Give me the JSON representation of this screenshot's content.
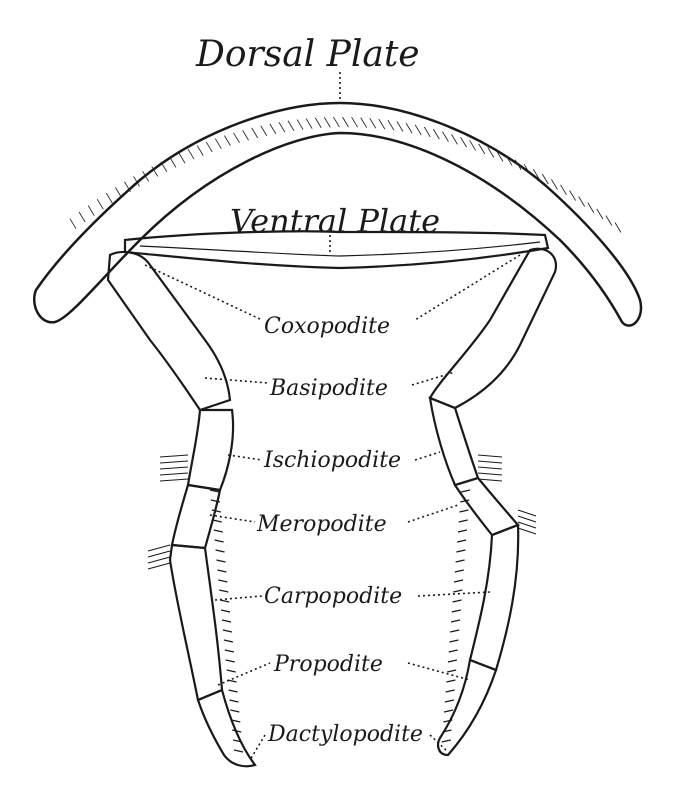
{
  "labels": {
    "dorsal_plate": "Dorsal Plate",
    "ventral_plate": "Ventral Plate",
    "coxopodite": "Coxopodite",
    "basipodite": "Basipodite",
    "ischiopodite": "Ischiopodite",
    "meropodite": "Meropodite",
    "carpopodite": "Carpopodite",
    "propodite": "Propodite",
    "dactylopodite": "Dactylopodite"
  }
}
